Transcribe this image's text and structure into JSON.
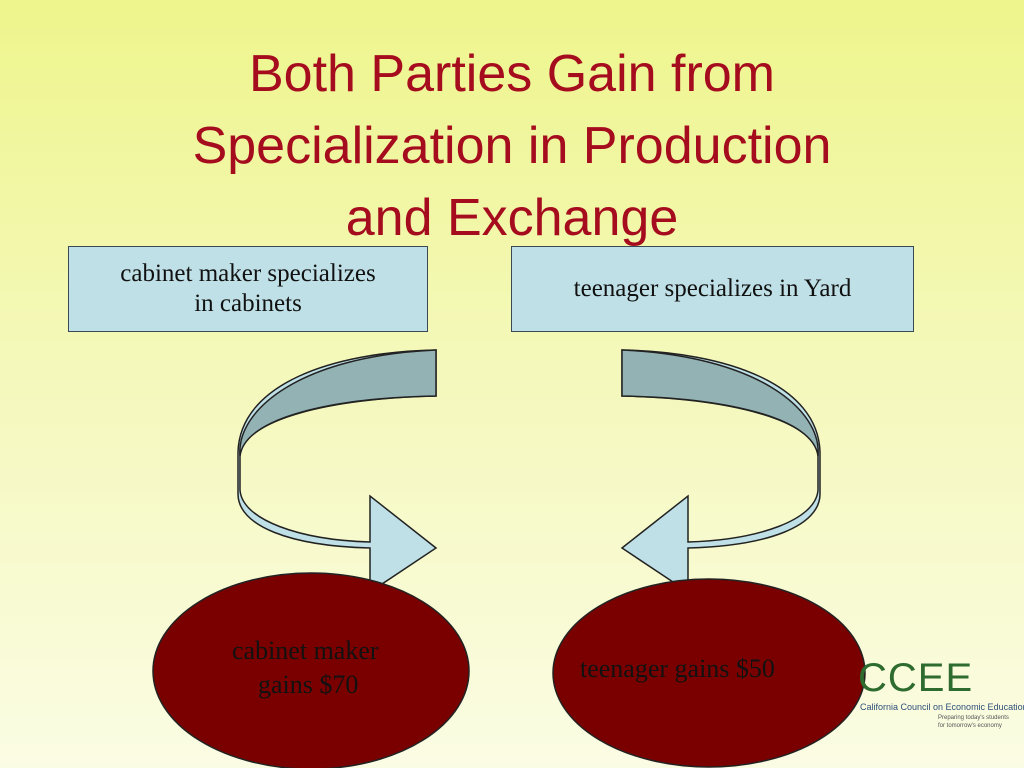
{
  "slide": {
    "title_line1": "Both Parties Gain from",
    "title_line2": "Specialization in Production",
    "title_line3": "and Exchange"
  },
  "boxes": {
    "left_line1": "cabinet maker specializes",
    "left_line2": "in cabinets",
    "right": "teenager specializes in Yard"
  },
  "outcomes": {
    "left_line1": "cabinet maker",
    "left_line2": "gains $70",
    "right": "teenager gains $50"
  },
  "logo": {
    "mark": "CCEE",
    "name": "California Council on Economic Education",
    "tagline_line1": "Preparing today's students",
    "tagline_line2": "for tomorrow's economy"
  },
  "colors": {
    "title": "#a50d1f",
    "box_fill": "#bfe0e6",
    "arrow_fill": "#bfe0e6",
    "arrow_inner": "#93b2b4",
    "oval_fill": "#7a0000"
  },
  "icons": {
    "left_arrow": "curved-arrow-right-icon",
    "right_arrow": "curved-arrow-left-icon"
  }
}
